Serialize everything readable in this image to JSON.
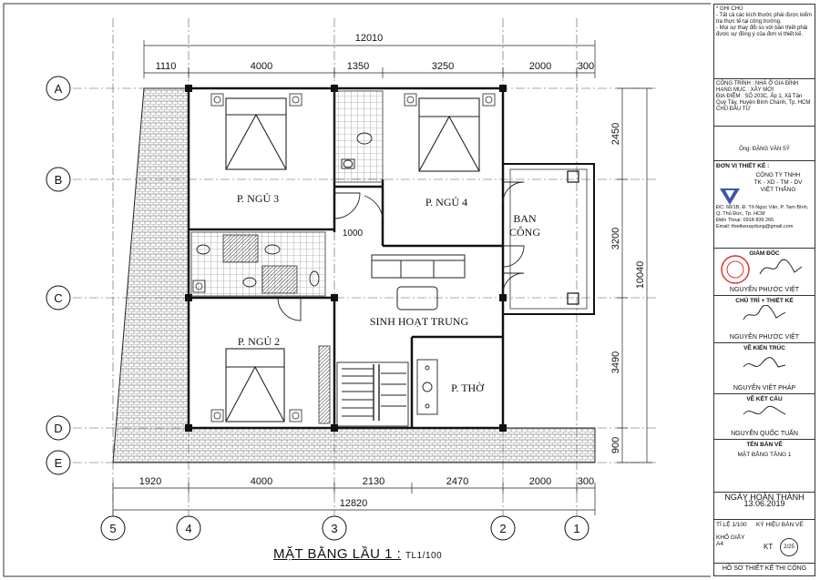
{
  "drawing_title": "MẶT BẰNG LẦU 1 :",
  "drawing_scale": "TL1/100",
  "dims_top": {
    "total": "12010",
    "segments": [
      "1110",
      "4000",
      "1350",
      "3250",
      "2000",
      "300"
    ]
  },
  "dims_bottom": {
    "total": "12820",
    "segments": [
      "1920",
      "4000",
      "2130",
      "2470",
      "2000",
      "300"
    ]
  },
  "dims_right": {
    "total": "10040",
    "segments": [
      "2450",
      "3200",
      "3490",
      "900"
    ]
  },
  "dim_inner": "1000",
  "grid_rows": [
    "A",
    "B",
    "C",
    "D",
    "E"
  ],
  "grid_cols": [
    "5",
    "4",
    "3",
    "2",
    "1"
  ],
  "rooms": {
    "bed3": "P. NGỦ 3",
    "bed4": "P. NGỦ 4",
    "bed2": "P. NGỦ 2",
    "balcony_line1": "BAN",
    "balcony_line2": "CÔNG",
    "living": "SINH HOẠT TRUNG",
    "worship": "P. THỜ"
  },
  "title_block": {
    "notes": "* GHI CHÚ\n- Tất cả các kích thước phải được kiểm tra thực tế tại công trường.\n- Mọi sự thay đổi so với bản thiết phải được sự đồng ý của đơn vị thiết kế.",
    "project": "CÔNG TRÌNH : NHÀ Ở GIA ĐÌNH\nHẠNG MỤC : XÂY MỚI\nĐỊA ĐIỂM : SỐ 203C, Ấp 1, Xã Tân Quý Tây, Huyện Bình Chánh, Tp. HCM\nCHỦ ĐẦU TƯ",
    "owner": "Ông: ĐẶNG VĂN SỸ",
    "designer_label": "ĐƠN VỊ THIẾT KẾ :",
    "company": "CÔNG TY TNHH\nTK - XD - TM - DV\nVIỆT THẮNG",
    "company_info": "ĐC: 68/1B, Đ. Tô Ngọc Vân, P. Tam Bình, Q. Thủ Đức, Tp. HCM\nĐiện Thoại: 0918 839 265\nEmail: thietkexaydung@gmail.com",
    "director_label": "GIÁM ĐỐC",
    "director": "NGUYỄN PHƯỚC VIỆT",
    "chief_label": "CHỦ TRÌ + THIẾT KẾ",
    "chief": "NGUYỄN PHƯỚC VIỆT",
    "arch_label": "VẼ KIẾN TRÚC",
    "arch": "NGUYỄN VIỆT PHÁP",
    "struct_label": "VẼ KẾT CẤU",
    "struct": "NGUYỄN QUỐC TUẤN",
    "sheet_label": "TÊN BẢN VẼ",
    "sheet": "MẶT BẰNG TẦNG 1",
    "date_label": "NGÀY HOÀN THÀNH",
    "date": "13.06.2019",
    "scale_label": "TỈ LỆ 1/100",
    "code_label": "KÝ HIỆU BẢN VẼ",
    "paper_label": "KHỔ GIẤY A4",
    "code": "KT",
    "sheet_no": "2/25",
    "footer": "HỒ SƠ THIẾT KẾ THI CÔNG"
  }
}
